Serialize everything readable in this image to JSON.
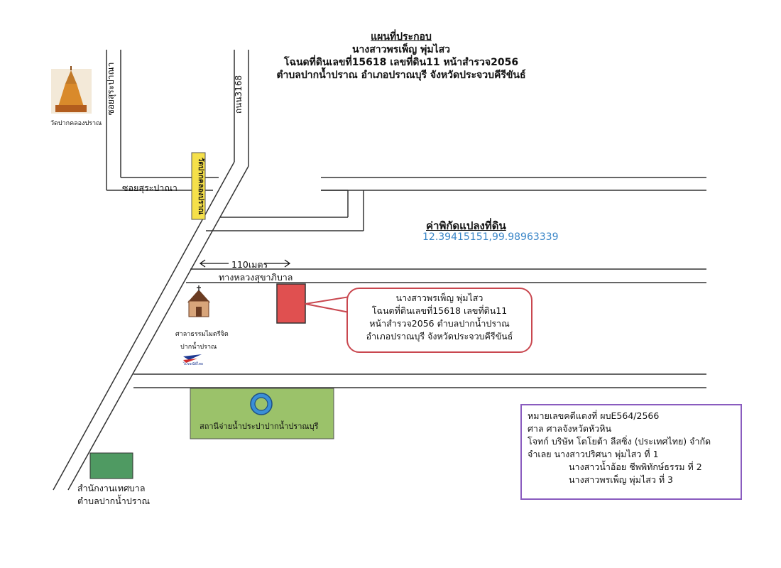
{
  "title": {
    "line1": "แผนที่ประกอบ",
    "line2": "นางสาวพรเพ็ญ พุ่มไสว",
    "line3": "โฉนดที่ดินเลขที่15618 เลขที่ดิน11 หน้าสำรวจ2056",
    "line4": "ตำบลปากน้ำปราณ อำเภอปราณบุรี จังหวัดประจวบคีรีขันธ์"
  },
  "coordinates": {
    "heading": "ค่าพิกัดแปลงที่ดิน",
    "value": "12.39415151,99.98963339"
  },
  "roads": {
    "soi_vertical": "ซอยสุระปาณา",
    "soi_horizontal": "ซอยสุระปาณา",
    "road_3168": "ถนน3168",
    "sukhaphiban": "ทางหลวงสุขาภิบาล",
    "yellow_sign": "วัดปากคลองปราณ"
  },
  "distance": "110เมตร",
  "landmarks": {
    "temple": "วัดปากคลองปราณ",
    "church_line1": "ศาลาธรรมไมตรีจิต",
    "church_line2": "ปากน้ำปราณ",
    "water_station": "สถานีจ่ายน้ำประปาปากน้ำปราณบุรี",
    "municipality_line1": "สำนักงานเทศบาล",
    "municipality_line2": "ตำบลปากน้ำปราณ",
    "post_logo_text": "ไปรษณีย์ไทย"
  },
  "bubble": {
    "line1": "นางสาวพรเพ็ญ พุ่มไสว",
    "line2": "โฉนดที่ดินเลขที่15618 เลขที่ดิน11",
    "line3": "หน้าสำรวจ2056 ตำบลปากน้ำปราณ",
    "line4": "อำเภอปราณบุรี จังหวัดประจวบคีรีขันธ์"
  },
  "case": {
    "line1": "หมายเลขคดีแดงที่ ผบE564/2566",
    "line2": "ศาล ศาลจังหวัดหัวหิน",
    "line3": "โจทก์ บริษัท โตโยต้า ลีสซิ่ง (ประเทศไทย) จำกัด",
    "line4": "จำเลย   นางสาวปริศนา พุ่มไสว ที่ 1",
    "line5": "นางสาวน้ำอ้อย ชีพพิทักษ์ธรรม ที่ 2",
    "line6": "นางสาวพรเพ็ญ พุ่มไสว ที่ 3"
  },
  "colors": {
    "parcel": "#e05050",
    "yellow_sign": "#f5e04a",
    "water_station": "#9bc26a",
    "municipality": "#4f9a62",
    "water_ring": "#3a8fd6",
    "bubble_border": "#c9474f",
    "case_border": "#8a5cbf"
  }
}
